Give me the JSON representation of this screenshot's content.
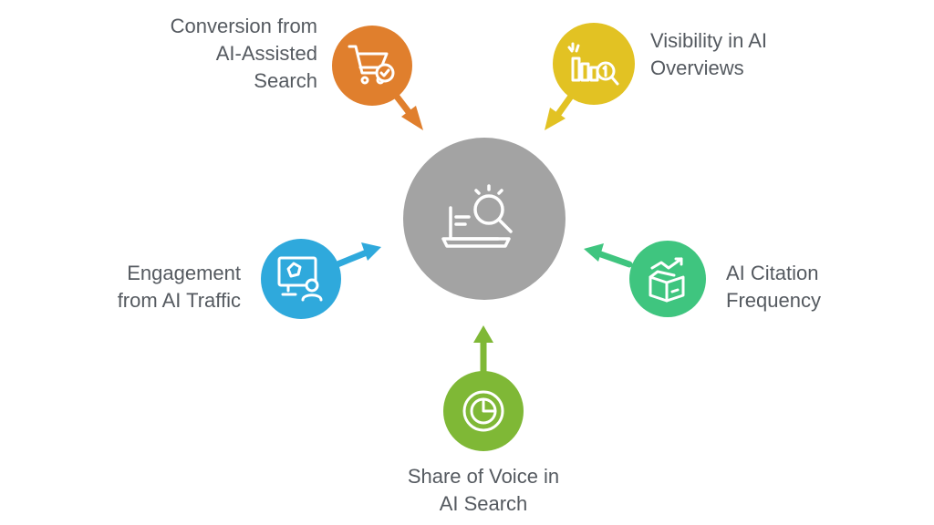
{
  "colors": {
    "center": "#a3a3a3",
    "conversion": "#e07f2d",
    "visibility": "#e2c223",
    "engagement": "#2fa9dc",
    "citation": "#3fc57f",
    "share_of_voice": "#7fb836",
    "text": "#555a60",
    "icon_stroke": "#ffffff"
  },
  "center": {
    "icon": "laptop-search-icon"
  },
  "metrics": {
    "conversion": {
      "icon": "shopping-cart-check-icon",
      "line1": "Conversion from",
      "line2": "AI-Assisted",
      "line3": "Search"
    },
    "visibility": {
      "icon": "bar-chart-magnifier-icon",
      "line1": "Visibility in AI",
      "line2": "Overviews"
    },
    "engagement": {
      "icon": "monitor-user-icon",
      "line1": "Engagement",
      "line2": "from AI Traffic"
    },
    "citation": {
      "icon": "box-growth-arrow-icon",
      "line1": "AI Citation",
      "line2": "Frequency"
    },
    "share_of_voice": {
      "icon": "pie-chart-icon",
      "line1": "Share of Voice in",
      "line2": "AI Search"
    }
  }
}
